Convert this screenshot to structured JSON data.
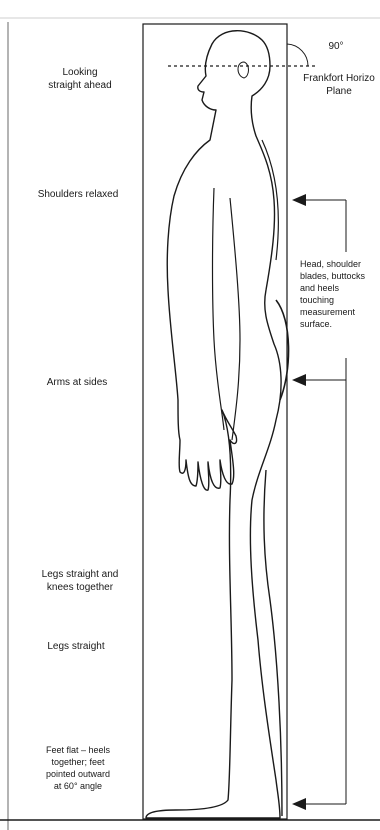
{
  "labels": {
    "looking": "Looking\nstraight ahead",
    "shoulders": "Shoulders relaxed",
    "arms": "Arms at sides",
    "legs_knees": "Legs straight and\nknees together",
    "legs": "Legs straight",
    "feet": "Feet flat – heels\ntogether; feet\npointed outward\nat 60° angle",
    "angle": "90°",
    "frankfort": "Frankfort Horizo\nPlane",
    "contact": "Head, shoulder\nblades, buttocks\nand heels\ntouching\nmeasurement\nsurface."
  },
  "colors": {
    "line": "#1a1a1a",
    "background": "#ffffff"
  }
}
